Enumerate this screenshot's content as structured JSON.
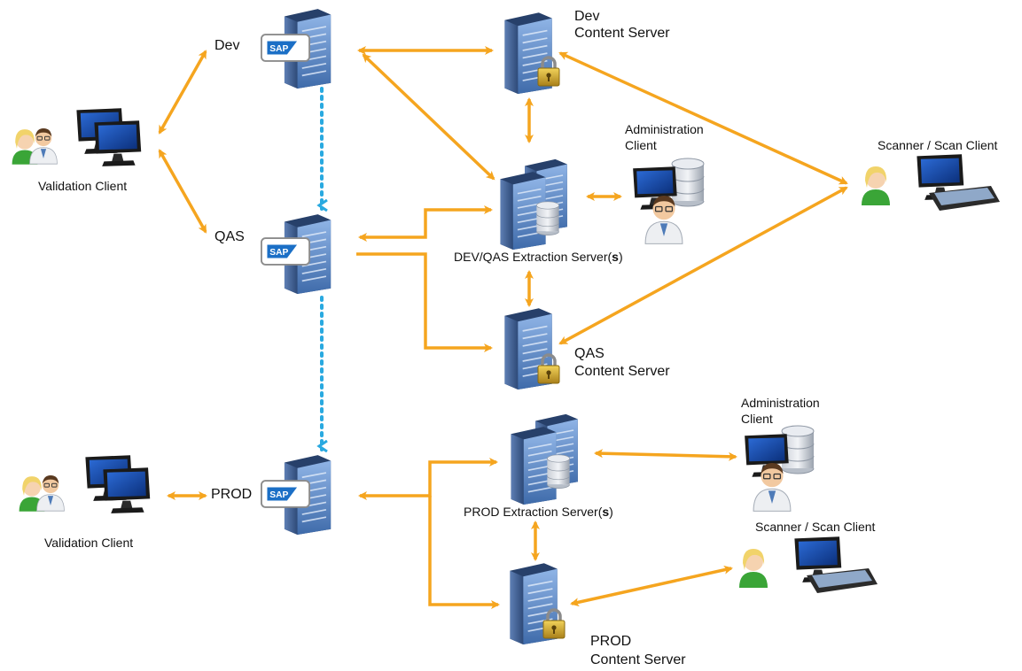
{
  "colors": {
    "arrow": "#F5A51F",
    "transport": "#29A9E0",
    "server_body": "#3E5C8C",
    "server_front": "#5C8ACB",
    "lock_body": "#C9A227",
    "sap_blue": "#1B6FC6"
  },
  "landscape": {
    "dev_sap": {
      "label": "Dev",
      "badge": "SAP"
    },
    "qas_sap": {
      "label": "QAS",
      "badge": "SAP"
    },
    "prod_sap": {
      "label": "PROD",
      "badge": "SAP"
    },
    "dev_content_server": {
      "line1": "Dev",
      "line2": "Content Server",
      "icon": "server-lock-icon"
    },
    "qas_content_server": {
      "line1": "QAS",
      "line2": "Content Server",
      "icon": "server-lock-icon"
    },
    "prod_content_server": {
      "line1": "PROD",
      "line2": "Content Server",
      "icon": "server-lock-icon"
    },
    "devqas_extraction_server": {
      "label_main": "DEV/QAS Extraction Server(",
      "label_bold": "s",
      "label_end": ")",
      "icon": "extraction-server-icon"
    },
    "prod_extraction_server": {
      "label_main": "PROD Extraction Server(",
      "label_bold": "s",
      "label_end": ")",
      "icon": "extraction-server-icon"
    },
    "admin_client_top": {
      "line1": "Administration",
      "line2": "Client",
      "icon": "admin-client-icon"
    },
    "admin_client_bottom": {
      "line1": "Administration",
      "line2": "Client",
      "icon": "admin-client-icon"
    },
    "scanner_client_top": {
      "label": "Scanner / Scan Client",
      "icon": "scanner-client-icon"
    },
    "scanner_client_bottom": {
      "label": "Scanner / Scan Client",
      "icon": "scanner-client-icon"
    },
    "validation_client_top": {
      "label": "Validation Client",
      "icon": "validation-client-icon"
    },
    "validation_client_bottom": {
      "label": "Validation Client",
      "icon": "validation-client-icon"
    }
  }
}
